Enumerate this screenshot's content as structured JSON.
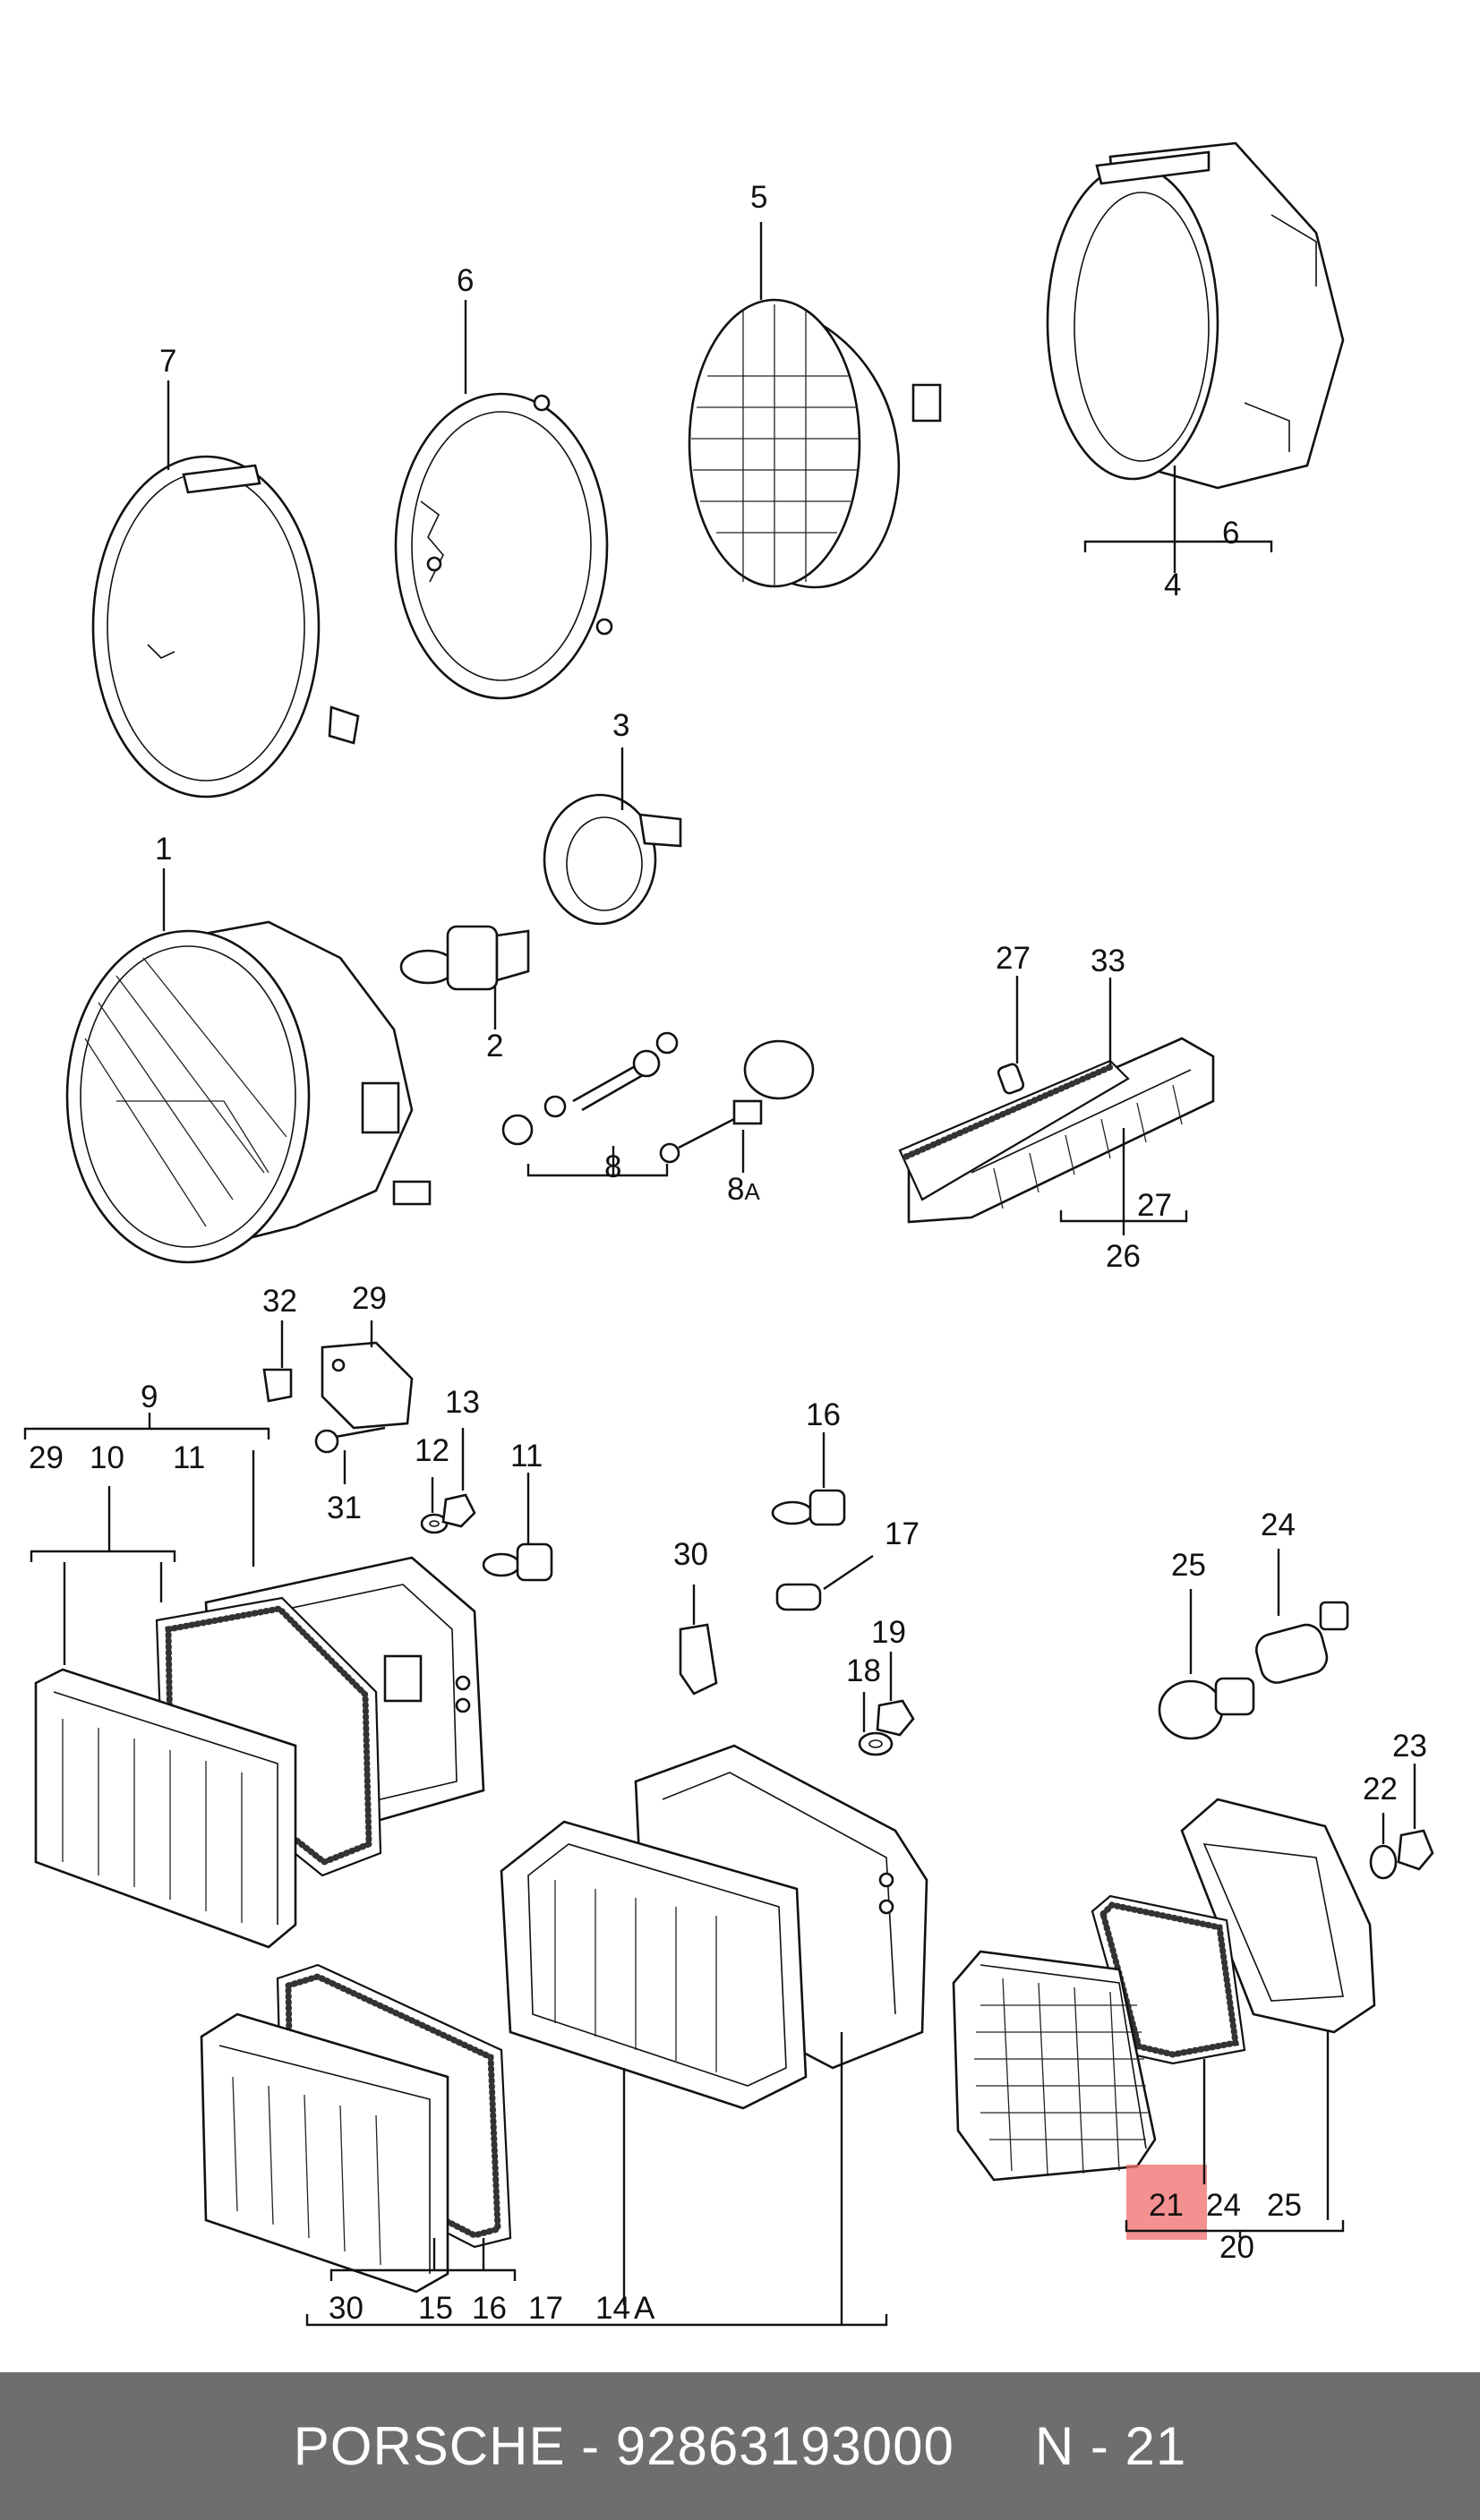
{
  "diagram": {
    "callouts": [
      {
        "id": "c7",
        "text": "7"
      },
      {
        "id": "c6a",
        "text": "6"
      },
      {
        "id": "c5",
        "text": "5"
      },
      {
        "id": "c6b",
        "text": "6"
      },
      {
        "id": "c4",
        "text": "4"
      },
      {
        "id": "c3",
        "text": "3"
      },
      {
        "id": "c1",
        "text": "1"
      },
      {
        "id": "c2",
        "text": "2"
      },
      {
        "id": "c8",
        "text": "8"
      },
      {
        "id": "c8a",
        "text": "8",
        "suffix": "A"
      },
      {
        "id": "c27a",
        "text": "27"
      },
      {
        "id": "c33",
        "text": "33"
      },
      {
        "id": "c27b",
        "text": "27"
      },
      {
        "id": "c26",
        "text": "26"
      },
      {
        "id": "c32",
        "text": "32"
      },
      {
        "id": "c29a",
        "text": "29"
      },
      {
        "id": "c9",
        "text": "9"
      },
      {
        "id": "c29b",
        "text": "29"
      },
      {
        "id": "c10",
        "text": "10"
      },
      {
        "id": "c11a",
        "text": "11"
      },
      {
        "id": "c13",
        "text": "13"
      },
      {
        "id": "c12",
        "text": "12"
      },
      {
        "id": "c31",
        "text": "31"
      },
      {
        "id": "c11b",
        "text": "11"
      },
      {
        "id": "c16a",
        "text": "16"
      },
      {
        "id": "c17a",
        "text": "17"
      },
      {
        "id": "c30a",
        "text": "30"
      },
      {
        "id": "c19",
        "text": "19"
      },
      {
        "id": "c18",
        "text": "18"
      },
      {
        "id": "c24a",
        "text": "24"
      },
      {
        "id": "c25a",
        "text": "25"
      },
      {
        "id": "c23",
        "text": "23"
      },
      {
        "id": "c22",
        "text": "22"
      },
      {
        "id": "c21",
        "text": "21"
      },
      {
        "id": "c24b",
        "text": "24"
      },
      {
        "id": "c25b",
        "text": "25"
      },
      {
        "id": "c20",
        "text": "20"
      },
      {
        "id": "c30b",
        "text": "30"
      },
      {
        "id": "c15",
        "text": "15"
      },
      {
        "id": "c16b",
        "text": "16"
      },
      {
        "id": "c17b",
        "text": "17"
      },
      {
        "id": "c14a",
        "text": "14",
        "suffix": "A"
      }
    ],
    "highlighted_part": "21",
    "highlight_color": "#f26b6b"
  },
  "footer": {
    "brand": "PORSCHE",
    "separator": "-",
    "part_number": "92863193000",
    "position_label": "N - 21",
    "background": "#6e6e6e",
    "text_color": "#ffffff"
  }
}
